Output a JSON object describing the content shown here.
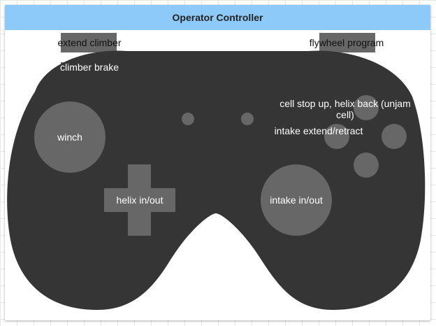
{
  "header": {
    "title": "Operator Controller"
  },
  "colors": {
    "header_bg": "#8ecaf9",
    "body": "#353535",
    "control": "#676767"
  },
  "labels": {
    "left_bumper": "extend climber",
    "left_trigger": "climber brake",
    "right_bumper": "flywheel program",
    "left_stick": "winch",
    "dpad": "helix in/out",
    "right_stick": "intake in/out",
    "y_button": "cell stop up, helix back (unjam cell)",
    "x_button": "intake extend/retract"
  },
  "icons": [
    "gamepad-body",
    "dpad-icon",
    "face-buttons"
  ]
}
